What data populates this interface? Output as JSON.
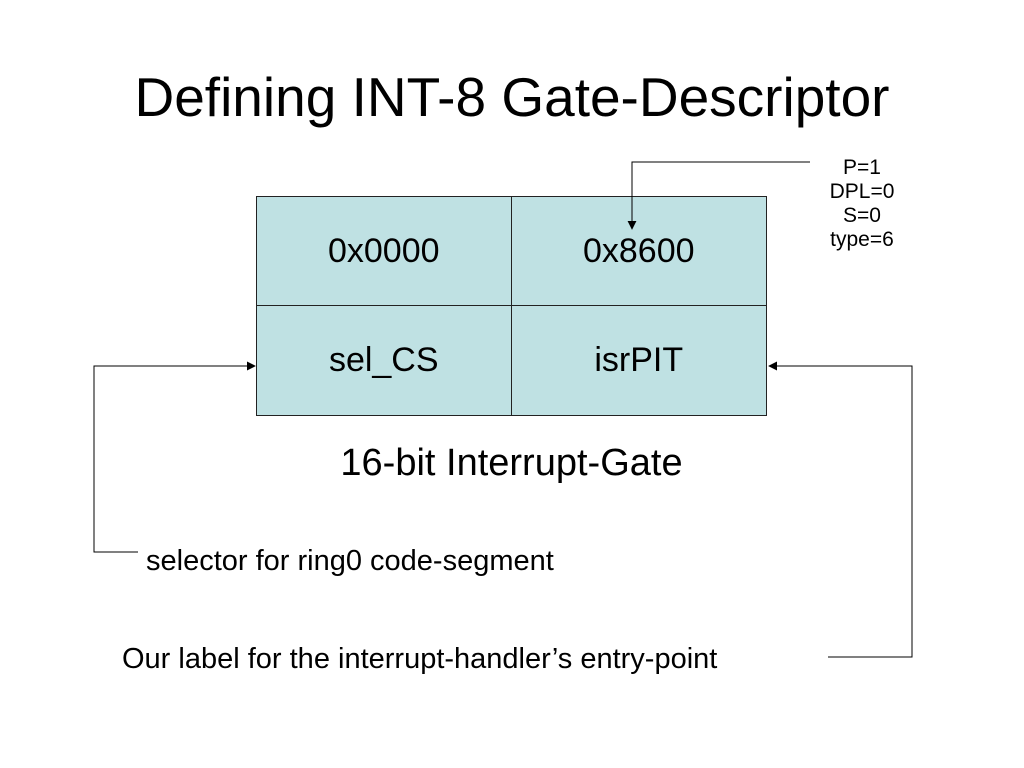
{
  "title": "Defining INT-8 Gate-Descriptor",
  "descriptor": {
    "cells": [
      "0x0000",
      "0x8600",
      "sel_CS",
      "isrPIT"
    ],
    "caption": "16-bit Interrupt-Gate"
  },
  "flags": [
    "P=1",
    "DPL=0",
    "S=0",
    "type=6"
  ],
  "notes": {
    "selector": "selector for ring0 code-segment",
    "entry_point": "Our label for the interrupt-handler’s entry-point"
  }
}
